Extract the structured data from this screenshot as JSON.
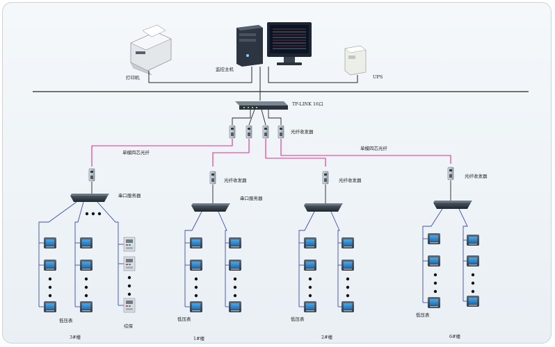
{
  "top": {
    "printer_label": "打印机",
    "host_label": "监控主机",
    "ups_label": "UPS"
  },
  "network": {
    "switch_label": "TP-LINK 16口",
    "converter_label": "光纤收发器",
    "fiber_left_label": "单模四芯光纤",
    "fiber_right_label": "单模四芯光纤"
  },
  "branches": [
    {
      "converter_label": "",
      "server_label": "串口服务器",
      "building_label": "3#楼",
      "meter_label": "低压表",
      "relay_label": "综保"
    },
    {
      "converter_label": "光纤收发器",
      "server_label": "串口服务器",
      "building_label": "1#楼",
      "meter_label": "低压表"
    },
    {
      "converter_label": "光纤收发器",
      "server_label": "",
      "building_label": "2#楼",
      "meter_label": "低压表"
    },
    {
      "converter_label": "光纤收发器",
      "server_label": "",
      "building_label": "6#楼",
      "meter_label": "低压表"
    }
  ],
  "colors": {
    "fiber": "#e0308c",
    "bus": "#3a4ea8",
    "line": "#222222"
  }
}
